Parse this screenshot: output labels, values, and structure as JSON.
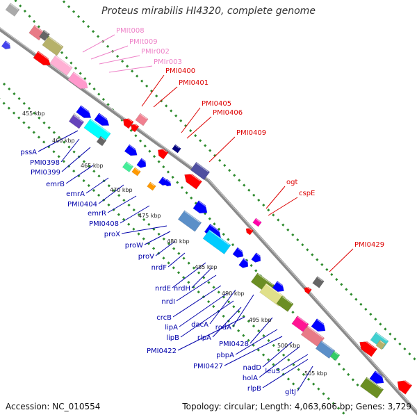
{
  "title": "Proteus mirabilis HI4320, complete genome",
  "footer": {
    "accession": "Accession: NC_010554",
    "summary": "Topology: circular; Length: 4,063,606 bp; Genes: 3,729"
  },
  "colors": {
    "backbone": "#8a8a8a",
    "dots": "#2e8b2e",
    "label_pink": "#ee82c8",
    "label_red": "#dd0000",
    "label_blue": "#0000aa"
  },
  "ticks": [
    {
      "label": "455 kbp"
    },
    {
      "label": "460 kbp"
    },
    {
      "label": "465 kbp"
    },
    {
      "label": "470 kbp"
    },
    {
      "label": "475 kbp"
    },
    {
      "label": "480 kbp"
    },
    {
      "label": "485 kbp"
    },
    {
      "label": "490 kbp"
    },
    {
      "label": "495 kbp"
    },
    {
      "label": "500 kbp"
    },
    {
      "label": "505 kbp"
    }
  ],
  "upper_labels": [
    {
      "name": "PMIt008",
      "tone": "pink"
    },
    {
      "name": "PMIt009",
      "tone": "pink"
    },
    {
      "name": "PMIr002",
      "tone": "pink"
    },
    {
      "name": "PMIr003",
      "tone": "pink"
    },
    {
      "name": "PMI0400",
      "tone": "red"
    },
    {
      "name": "PMI0401",
      "tone": "red"
    },
    {
      "name": "PMI0405",
      "tone": "red"
    },
    {
      "name": "PMI0406",
      "tone": "red"
    },
    {
      "name": "PMI0409",
      "tone": "red"
    },
    {
      "name": "ogt",
      "tone": "red"
    },
    {
      "name": "cspE",
      "tone": "red"
    },
    {
      "name": "PMI0429",
      "tone": "red"
    }
  ],
  "lower_labels": [
    {
      "name": "pssA"
    },
    {
      "name": "PMI0398"
    },
    {
      "name": "PMI0399"
    },
    {
      "name": "emrB"
    },
    {
      "name": "emrA"
    },
    {
      "name": "PMI0404"
    },
    {
      "name": "emrR"
    },
    {
      "name": "PMI0408"
    },
    {
      "name": "proX"
    },
    {
      "name": "proW"
    },
    {
      "name": "proV"
    },
    {
      "name": "nrdF"
    },
    {
      "name": "nrdE"
    },
    {
      "name": "nrdH"
    },
    {
      "name": "nrdI"
    },
    {
      "name": "crcB"
    },
    {
      "name": "lipA"
    },
    {
      "name": "dacA"
    },
    {
      "name": "lipB"
    },
    {
      "name": "rlpA"
    },
    {
      "name": "rodA"
    },
    {
      "name": "PMI0422"
    },
    {
      "name": "PMI0428"
    },
    {
      "name": "pbpA"
    },
    {
      "name": "PMI0427"
    },
    {
      "name": "nadD"
    },
    {
      "name": "holA"
    },
    {
      "name": "leuS"
    },
    {
      "name": "rlpB"
    },
    {
      "name": "gltJ"
    }
  ],
  "features": [
    {
      "name": "feature-01",
      "color": "#aaaaaa"
    },
    {
      "name": "feature-02",
      "color": "#e87a86"
    },
    {
      "name": "feature-03",
      "color": "#666666"
    },
    {
      "name": "feature-04",
      "color": "#b6b16a"
    },
    {
      "name": "feature-05",
      "color": "#ff0000"
    },
    {
      "name": "feature-06",
      "color": "#ffb0d4"
    },
    {
      "name": "feature-07",
      "color": "#ff99cc"
    },
    {
      "name": "feature-08",
      "color": "#f08090"
    },
    {
      "name": "feature-09",
      "color": "#ff0000"
    },
    {
      "name": "feature-10",
      "color": "#ff0000"
    },
    {
      "name": "feature-11",
      "color": "#000080"
    },
    {
      "name": "feature-12",
      "color": "#ff0000"
    },
    {
      "name": "feature-13",
      "color": "#5050a0"
    },
    {
      "name": "feature-14",
      "color": "#ff0000"
    },
    {
      "name": "feature-15",
      "color": "#ff00aa"
    },
    {
      "name": "feature-16",
      "color": "#ff0000"
    },
    {
      "name": "feature-17",
      "color": "#666666"
    },
    {
      "name": "feature-18",
      "color": "#ff0000"
    },
    {
      "name": "feature-19",
      "color": "#ff0000"
    },
    {
      "name": "feature-20",
      "color": "#40d0d0"
    },
    {
      "name": "feature-21",
      "color": "#b6b16a"
    },
    {
      "name": "feature-22",
      "color": "#ff0000"
    },
    {
      "name": "feature-23",
      "color": "#4444ee"
    },
    {
      "name": "feature-24",
      "color": "#cccccc"
    },
    {
      "name": "feature-25",
      "color": "#6644bb"
    },
    {
      "name": "feature-26",
      "color": "#0000ff"
    },
    {
      "name": "feature-27",
      "color": "#00ffff"
    },
    {
      "name": "feature-28",
      "color": "#0000ff"
    },
    {
      "name": "feature-29",
      "color": "#666666"
    },
    {
      "name": "feature-30",
      "color": "#0000ff"
    },
    {
      "name": "feature-31",
      "color": "#0000ff"
    },
    {
      "name": "feature-32",
      "color": "#44ee99"
    },
    {
      "name": "feature-33",
      "color": "#ff9900"
    },
    {
      "name": "feature-34",
      "color": "#ff9900"
    },
    {
      "name": "feature-35",
      "color": "#0000ff"
    },
    {
      "name": "feature-36",
      "color": "#0000ff"
    },
    {
      "name": "feature-37",
      "color": "#5b8fc8"
    },
    {
      "name": "feature-38",
      "color": "#0000ff"
    },
    {
      "name": "feature-39",
      "color": "#0000ff"
    },
    {
      "name": "feature-40",
      "color": "#00ccff"
    },
    {
      "name": "feature-41",
      "color": "#0000ff"
    },
    {
      "name": "feature-42",
      "color": "#0000ff"
    },
    {
      "name": "feature-43",
      "color": "#0000ff"
    },
    {
      "name": "feature-44",
      "color": "#6b8e23"
    },
    {
      "name": "feature-45",
      "color": "#e0e08a"
    },
    {
      "name": "feature-46",
      "color": "#6b8e23"
    },
    {
      "name": "feature-47",
      "color": "#0000ff"
    },
    {
      "name": "feature-48",
      "color": "#ff1493"
    },
    {
      "name": "feature-49",
      "color": "#e87a86"
    },
    {
      "name": "feature-50",
      "color": "#5b8fc8"
    },
    {
      "name": "feature-51",
      "color": "#33cc66"
    },
    {
      "name": "feature-52",
      "color": "#0000ff"
    },
    {
      "name": "feature-53",
      "color": "#6b8e23"
    },
    {
      "name": "feature-54",
      "color": "#0000ff"
    }
  ]
}
